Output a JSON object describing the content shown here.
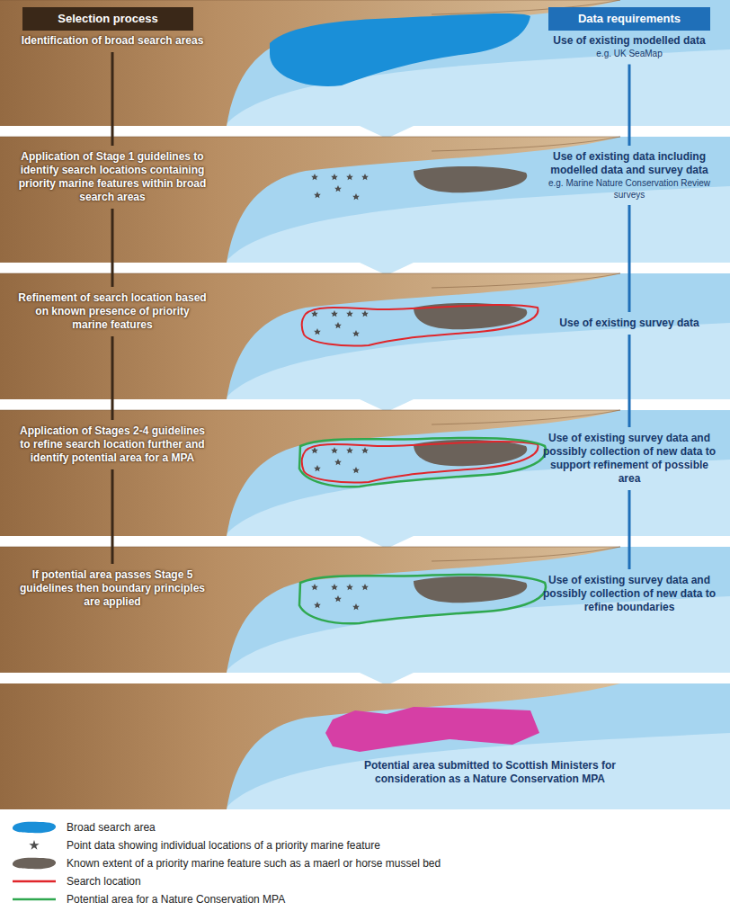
{
  "diagram": {
    "nodes": [
      {
        "text": [
          "Selection process"
        ]
      },
      {
        "text": [
          "Data requirements"
        ]
      },
      {
        "text": [
          "Identification of broad search areas"
        ]
      },
      {
        "text": [
          "Use of existing modelled data",
          "e.g. UK SeaMap"
        ]
      },
      {
        "text": [
          "Application of Stage 1 guidelines to identify search locations containing priority marine features within broad search areas"
        ]
      },
      {
        "text": [
          "Use of existing data including modelled data and survey data",
          "e.g. Marine Nature Conservation Review surveys"
        ]
      },
      {
        "text": [
          "Refinement of search location based on known presence of priority marine features"
        ]
      },
      {
        "text": [
          "Use of existing survey data"
        ]
      },
      {
        "text": [
          "Application of Stages 2-4 guidelines to refine search location further and identify potential area for a MPA"
        ]
      },
      {
        "text": [
          "Use of existing survey data and possibly collection of new data to support refinement of possible area"
        ]
      },
      {
        "text": [
          "If potential area passes Stage 5 guidelines then boundary principles are applied"
        ]
      },
      {
        "text": [
          "Use of existing survey data and possibly collection of new data to refine boundaries"
        ]
      },
      {
        "text": [
          "Potential area submitted to Scottish Ministers for consideration as a Nature Conservation MPA"
        ]
      }
    ],
    "edges": [
      {
        "from": 2,
        "to": 4,
        "arrow": "none"
      },
      {
        "from": 4,
        "to": 6,
        "arrow": "none"
      },
      {
        "from": 6,
        "to": 8,
        "arrow": "none"
      },
      {
        "from": 8,
        "to": 10,
        "arrow": "none"
      },
      {
        "from": 3,
        "to": 5,
        "arrow": "none"
      },
      {
        "from": 5,
        "to": 7,
        "arrow": "none"
      },
      {
        "from": 7,
        "to": 9,
        "arrow": "none"
      },
      {
        "from": 9,
        "to": 11,
        "arrow": "none"
      }
    ],
    "legend": [
      {
        "text": "Broad search area",
        "color": "#1a8fd8"
      },
      {
        "text": "Point data showing individual locations of a priority marine feature"
      },
      {
        "text": "Known extent of a priority marine feature such as a maerl or horse mussel bed",
        "color": "#6b625a"
      },
      {
        "text": "Search location"
      },
      {
        "text": "Potential area for a Nature Conservation MPA"
      }
    ]
  }
}
